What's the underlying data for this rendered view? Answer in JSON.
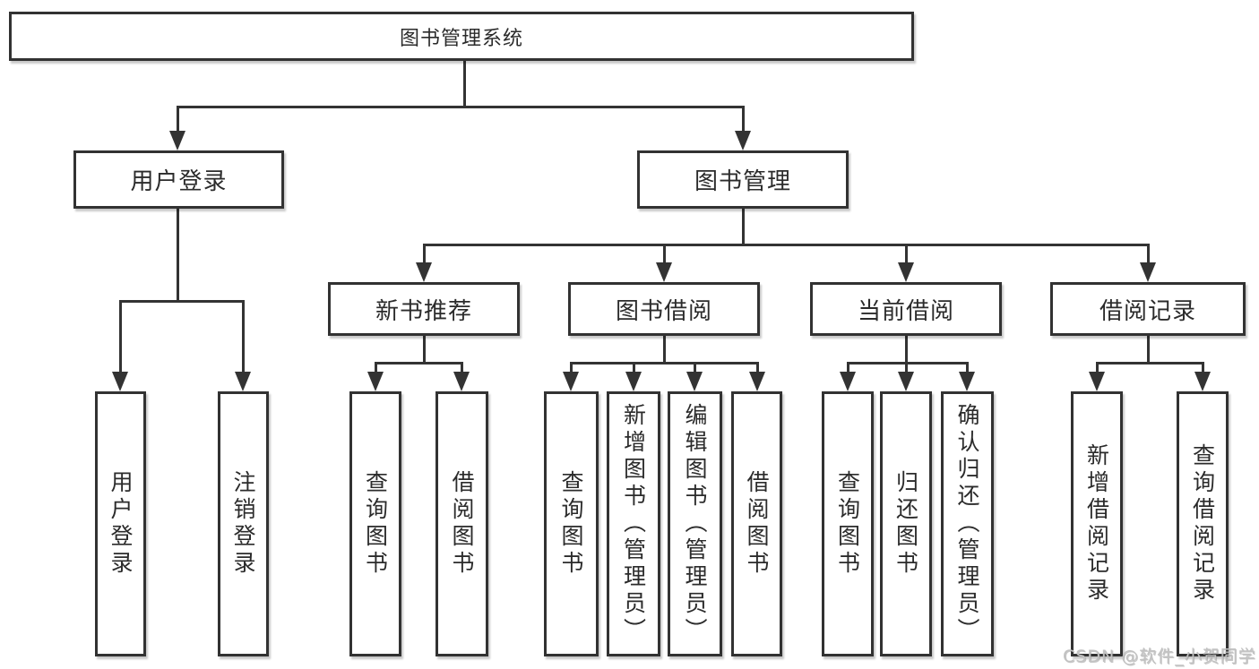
{
  "diagram_type": "hierarchy-tree",
  "style": {
    "line_color": "#333333",
    "box_border_color": "#323232",
    "box_background": "#ffffff",
    "text_color": "#2b2b2b",
    "watermark_color": "#c2c2c2"
  },
  "root": {
    "label": "图书管理系统"
  },
  "level2": [
    {
      "label": "用户登录"
    },
    {
      "label": "图书管理"
    }
  ],
  "level3": [
    {
      "label": "新书推荐"
    },
    {
      "label": "图书借阅"
    },
    {
      "label": "当前借阅"
    },
    {
      "label": "借阅记录"
    }
  ],
  "level4": {
    "user_login": [
      {
        "label": "用户登录"
      },
      {
        "label": "注销登录"
      }
    ],
    "new_books": [
      {
        "label": "查询图书"
      },
      {
        "label": "借阅图书"
      }
    ],
    "book_borrow": [
      {
        "label": "查询图书"
      },
      {
        "label": "新增图书（管理员）"
      },
      {
        "label": "编辑图书（管理员）"
      },
      {
        "label": "借阅图书"
      }
    ],
    "current_borrow": [
      {
        "label": "查询图书"
      },
      {
        "label": "归还图书"
      },
      {
        "label": "确认归还（管理员）"
      }
    ],
    "borrow_records": [
      {
        "label": "新增借阅记录"
      },
      {
        "label": "查询借阅记录"
      }
    ]
  },
  "watermark": {
    "text": "CSDN @软件_小贺同学"
  }
}
